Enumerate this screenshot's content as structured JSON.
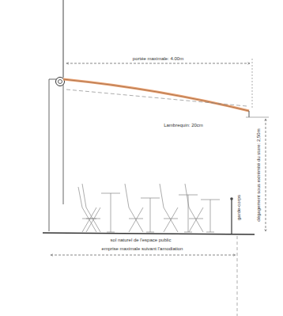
{
  "diagram": {
    "labels": [
      "portée maximale: 4.00m",
      "Lambrequin: 20cm",
      "dégagement sous extrémité du store: 2,50m",
      "garde-corps",
      "sol naturel de l'espace public",
      "emprise maximale suivant l'amodiation"
    ]
  }
}
